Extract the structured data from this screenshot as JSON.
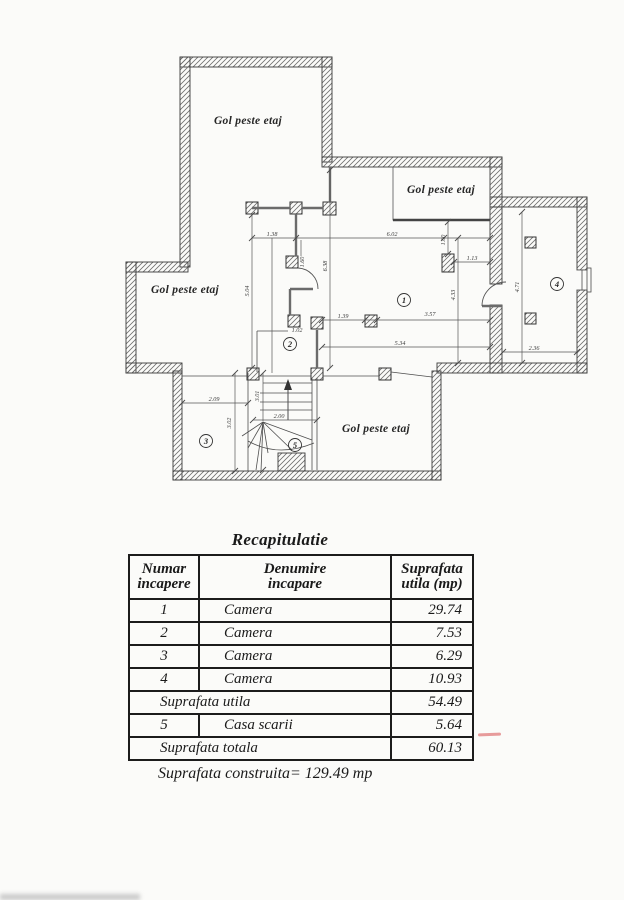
{
  "plan": {
    "void_label": "Gol peste etaj",
    "rooms": {
      "r1": "1",
      "r2": "2",
      "r3": "3",
      "r4": "4",
      "r5": "5"
    },
    "dims": {
      "top_left": "1.38",
      "top_main": "6.02",
      "left_height": "5.04",
      "mid_height": "6.38",
      "col_offset_left": "1.60",
      "col_offset_right": "1.60",
      "niche_width": "1.13",
      "right_height": "4.33",
      "door_span": "1.39",
      "room1_width": "3.57",
      "room1_total": "5.34",
      "room4_width": "2.36",
      "room4_height": "4.71",
      "room3_width": "2.09",
      "room3_height": "3.02",
      "stair_height": "3.01",
      "stair_width": "2.00",
      "small_gap": "1.02"
    }
  },
  "table": {
    "title": "Recapitulatie",
    "headers": {
      "col1_line1": "Numar",
      "col1_line2": "incapere",
      "col2_line1": "Denumire",
      "col2_line2": "incapare",
      "col3_line1": "Suprafata",
      "col3_line2": "utila  (mp)"
    },
    "rows": [
      {
        "num": "1",
        "name": "Camera",
        "area": "29.74"
      },
      {
        "num": "2",
        "name": "Camera",
        "area": "7.53"
      },
      {
        "num": "3",
        "name": "Camera",
        "area": "6.29"
      },
      {
        "num": "4",
        "name": "Camera",
        "area": "10.93"
      },
      {
        "num": "",
        "name": "Suprafata utila",
        "area": "54.49"
      },
      {
        "num": "5",
        "name": "Casa scarii",
        "area": "5.64"
      },
      {
        "num": "",
        "name": "Suprafata totala",
        "area": "60.13"
      }
    ],
    "footer": "Suprafata construita= 129.49 mp"
  }
}
